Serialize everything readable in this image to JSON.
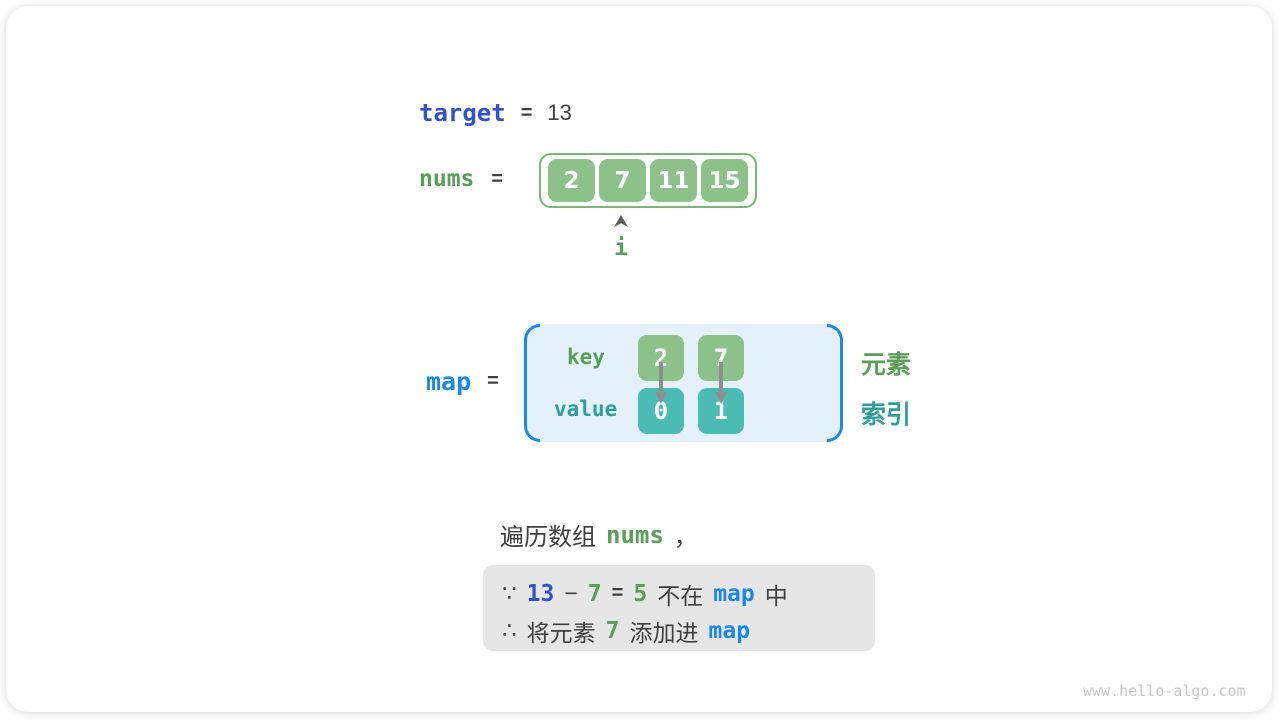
{
  "colors": {
    "indigo": "#3351cd",
    "blue": "#1c88e2",
    "green": "#5a9e58",
    "teal": "#2f9e9a",
    "cellGreen": "#8cc18a",
    "cellTeal": "#4bbcb4",
    "borderGreen": "#7cb47a",
    "bracketBlue": "#1e88e5",
    "mapFill": "#e4f1fa",
    "noteBg": "#e6e6e6",
    "arrowGray": "#8e8e8e",
    "caretGray": "#5c5c5c",
    "textDark": "#3f3f3f",
    "watermark": "#c6c6c6"
  },
  "target": {
    "label": "target",
    "eq": "=",
    "value": "13"
  },
  "nums": {
    "label": "nums",
    "eq": "=",
    "cells": [
      "2",
      "7",
      "11",
      "15"
    ],
    "pointer": "i"
  },
  "map": {
    "label": "map",
    "eq": "=",
    "key_label": "key",
    "value_label": "value",
    "keys": [
      "2",
      "7"
    ],
    "values": [
      "0",
      "1"
    ],
    "element_label": "元素",
    "index_label": "索引"
  },
  "caption": {
    "prefix": "遍历数组",
    "code": "nums",
    "comma": "，"
  },
  "note": {
    "line1": {
      "because": "∵",
      "minuend": "13",
      "minus": "−",
      "subtrahend": "7",
      "eq": "=",
      "difference": "5",
      "not_in": "不在",
      "map": "map",
      "suffix": "中"
    },
    "line2": {
      "therefore": "∴",
      "text1": "将元素",
      "value": "7",
      "text2": "添加进",
      "map": "map"
    }
  },
  "watermark": "www.hello-algo.com"
}
